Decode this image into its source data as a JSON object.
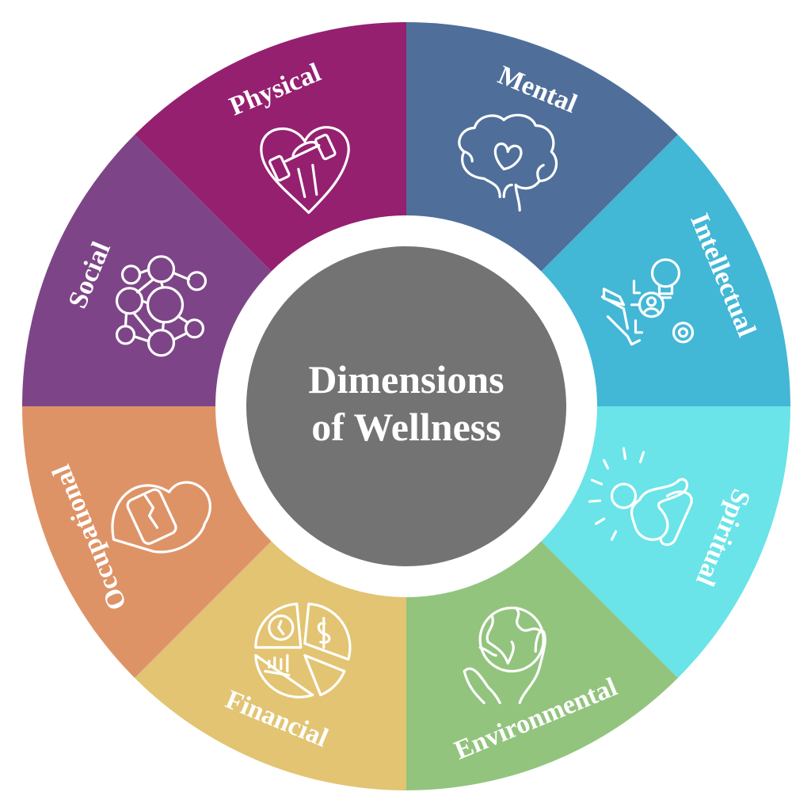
{
  "title": {
    "line1": "Dimensions",
    "line2": "of Wellness"
  },
  "center_color": "#737373",
  "segments": [
    {
      "label": "Mental",
      "color": "#4F6F9A",
      "icon": "brain-heart-icon"
    },
    {
      "label": "Intellectual",
      "color": "#43B7D6",
      "icon": "book-lightbulb-gear-icon"
    },
    {
      "label": "Spiritual",
      "color": "#6AE4E8",
      "icon": "meditation-icon"
    },
    {
      "label": "Environmental",
      "color": "#92C47E",
      "icon": "globe-in-hands-icon"
    },
    {
      "label": "Financial",
      "color": "#E2C472",
      "icon": "pie-chart-finance-icon"
    },
    {
      "label": "Occupational",
      "color": "#DE9366",
      "icon": "heart-briefcase-icon"
    },
    {
      "label": "Social",
      "color": "#7D4588",
      "icon": "network-globes-icon"
    },
    {
      "label": "Physical",
      "color": "#952070",
      "icon": "heart-dumbbell-icon"
    }
  ]
}
